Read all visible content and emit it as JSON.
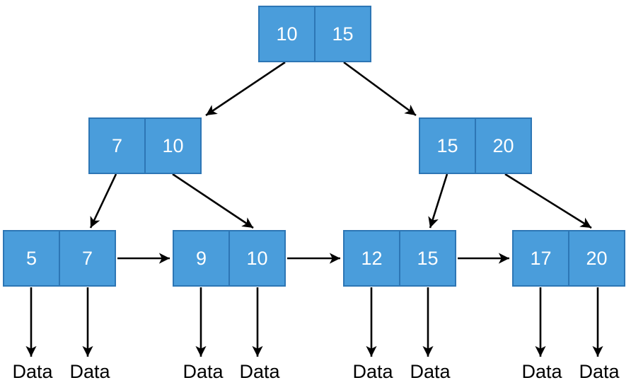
{
  "colors": {
    "background": "#ffffff",
    "node_fill": "#4a9ddb",
    "node_border": "#2d76b5",
    "node_text": "#ffffff",
    "arrow": "#000000",
    "data_text": "#000000"
  },
  "nodes": {
    "root": {
      "keys": [
        "10",
        "15"
      ]
    },
    "internal_left": {
      "keys": [
        "7",
        "10"
      ]
    },
    "internal_right": {
      "keys": [
        "15",
        "20"
      ]
    },
    "leaf_1": {
      "keys": [
        "5",
        "7"
      ]
    },
    "leaf_2": {
      "keys": [
        "9",
        "10"
      ]
    },
    "leaf_3": {
      "keys": [
        "12",
        "15"
      ]
    },
    "leaf_4": {
      "keys": [
        "17",
        "20"
      ]
    }
  },
  "data_labels": [
    "Data",
    "Data",
    "Data",
    "Data",
    "Data",
    "Data",
    "Data",
    "Data"
  ]
}
